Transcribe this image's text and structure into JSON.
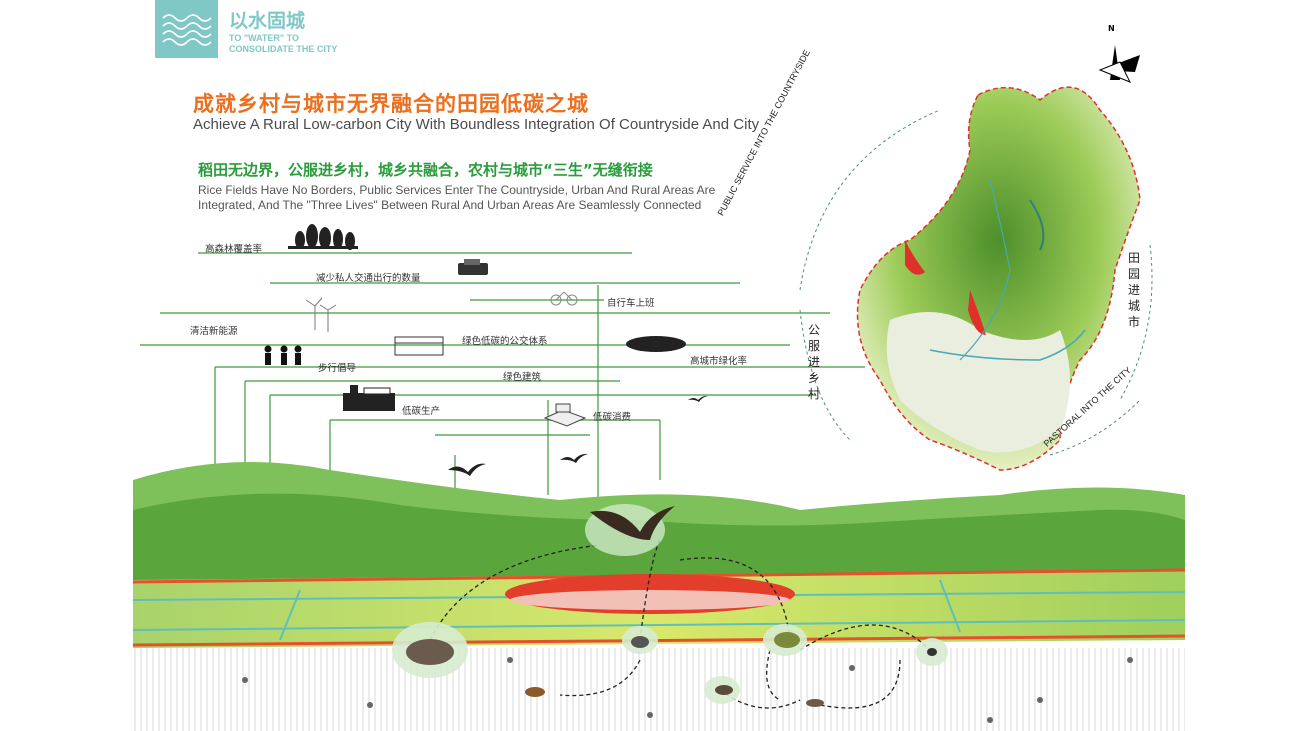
{
  "header": {
    "badge_title": "以水固城",
    "badge_sub_line1": "TO \"WATER\" TO",
    "badge_sub_line2": "CONSOLIDATE THE CITY"
  },
  "title": {
    "cn": "成就乡村与城市无界融合的田园低碳之城",
    "en": "Achieve A Rural Low-carbon City With Boundless Integration Of Countryside And City"
  },
  "subtitle": {
    "cn": "稻田无边界，公服进乡村，城乡共融合，农村与城市“三生”无缝衔接",
    "en_line1": "Rice Fields Have No Borders, Public Services Enter The Countryside, Urban And Rural Areas Are",
    "en_line2": "Integrated, And The \"Three Lives\" Between Rural And Urban Areas Are Seamlessly Connected"
  },
  "labels": {
    "forest": "高森林覆盖率",
    "reduce_cars": "减少私人交通出行的数量",
    "bike": "自行车上班",
    "clean_energy": "清洁新能源",
    "green_transit": "绿色低碳的公交体系",
    "walking": "步行倡导",
    "greening": "高城市绿化率",
    "green_building": "绿色建筑",
    "low_carbon_prod": "低碳生产",
    "low_carbon_cons": "低碳消费"
  },
  "map": {
    "north": "N",
    "arc_top": "PUBLIC SERVICE INTO THE COUNTRYSIDE",
    "arc_bottom": "PASTORAL INTO THE CITY",
    "side_left": "公服进乡村",
    "side_right": "田园进城市"
  },
  "colors": {
    "accent_orange": "#ea6f1f",
    "accent_green": "#2a9c3c",
    "teal": "#7fc8c6",
    "line_green": "#3d9a3d"
  }
}
